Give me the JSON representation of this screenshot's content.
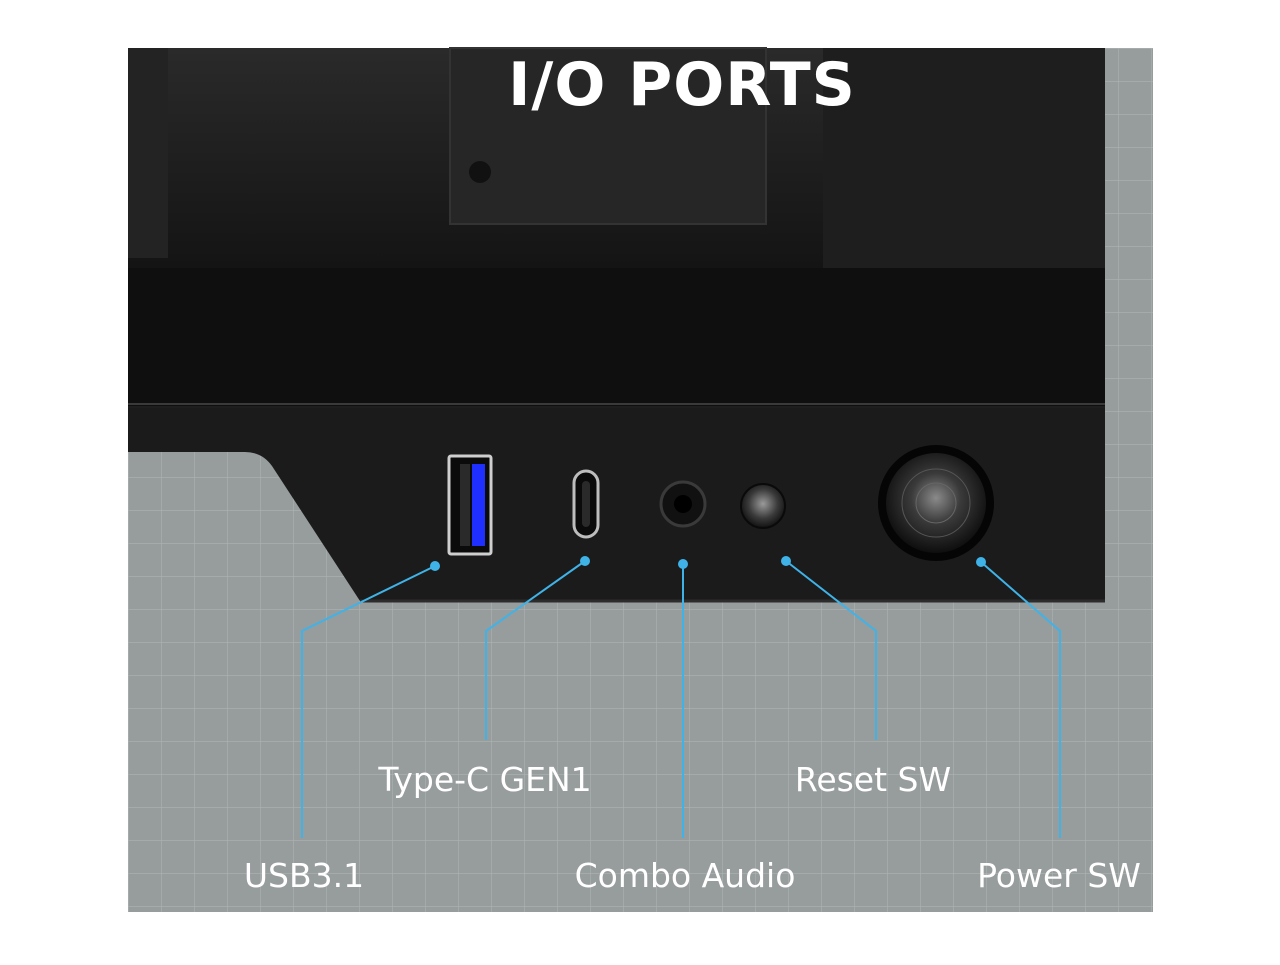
{
  "title": "I/O PORTS",
  "colors": {
    "background_panel": "#979c9d",
    "case_body": "#1a1a1a",
    "callout_line": "#3fb3e8",
    "usb_accent": "#1f2fff",
    "label_text": "#ffffff"
  },
  "ports": [
    {
      "id": "usb",
      "label": "USB3.1",
      "icon": "usb-a-port-icon"
    },
    {
      "id": "typec",
      "label": "Type-C GEN1",
      "icon": "usb-c-port-icon"
    },
    {
      "id": "audio",
      "label": "Combo Audio",
      "icon": "audio-jack-icon"
    },
    {
      "id": "reset",
      "label": "Reset SW",
      "icon": "reset-button-icon"
    },
    {
      "id": "power",
      "label": "Power SW",
      "icon": "power-button-icon"
    }
  ]
}
